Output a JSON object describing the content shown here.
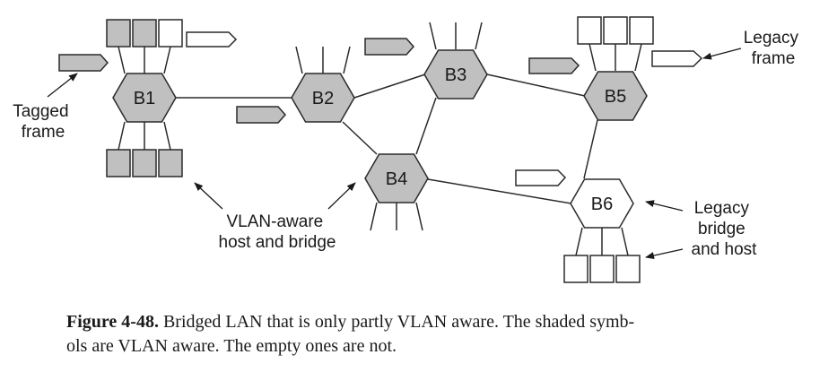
{
  "colors": {
    "vlan_aware_fill": "#c0c0c0",
    "legacy_fill": "#ffffff",
    "stroke": "#2a2a2a",
    "text": "#1a1a1a"
  },
  "bridges": [
    {
      "id": "B1",
      "label": "B1",
      "vlan_aware": true
    },
    {
      "id": "B2",
      "label": "B2",
      "vlan_aware": true
    },
    {
      "id": "B3",
      "label": "B3",
      "vlan_aware": true
    },
    {
      "id": "B4",
      "label": "B4",
      "vlan_aware": true
    },
    {
      "id": "B5",
      "label": "B5",
      "vlan_aware": true
    },
    {
      "id": "B6",
      "label": "B6",
      "vlan_aware": false
    }
  ],
  "links": [
    [
      "B1",
      "B2"
    ],
    [
      "B2",
      "B3"
    ],
    [
      "B2",
      "B4"
    ],
    [
      "B3",
      "B4"
    ],
    [
      "B3",
      "B5"
    ],
    [
      "B4",
      "B6"
    ],
    [
      "B5",
      "B6"
    ]
  ],
  "hosts": {
    "B1_top": [
      true,
      true,
      false
    ],
    "B1_bottom": [
      true,
      true,
      true
    ],
    "B5_top": [
      false,
      false,
      false
    ],
    "B6_bottom": [
      false,
      false,
      false
    ]
  },
  "annotations": {
    "tagged_frame": [
      "Tagged",
      "frame"
    ],
    "legacy_frame": [
      "Legacy",
      "frame"
    ],
    "vlan_aware": [
      "VLAN-aware",
      "host and bridge"
    ],
    "legacy_bridge": [
      "Legacy",
      "bridge",
      "and host"
    ]
  },
  "caption": {
    "label": "Figure 4-48.",
    "line1": "Bridged LAN that is only partly VLAN aware.  The shaded symb-",
    "line2": "ols are VLAN aware. The empty ones are not."
  }
}
